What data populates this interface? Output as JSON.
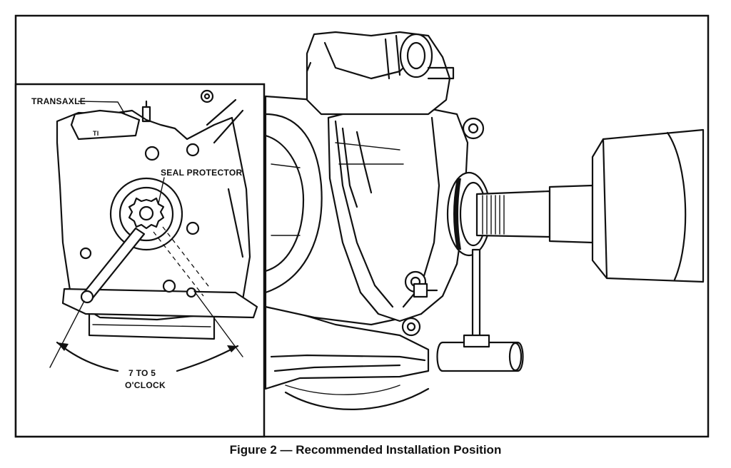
{
  "figure": {
    "caption": "Figure 2 — Recommended Installation Position",
    "callouts": {
      "transaxle": "TRANSAXLE",
      "seal_protector": "SEAL PROTECTOR",
      "clock_range_line1": "7 TO 5",
      "clock_range_line2": "O'CLOCK"
    },
    "inset_housing_marking": "TI"
  }
}
